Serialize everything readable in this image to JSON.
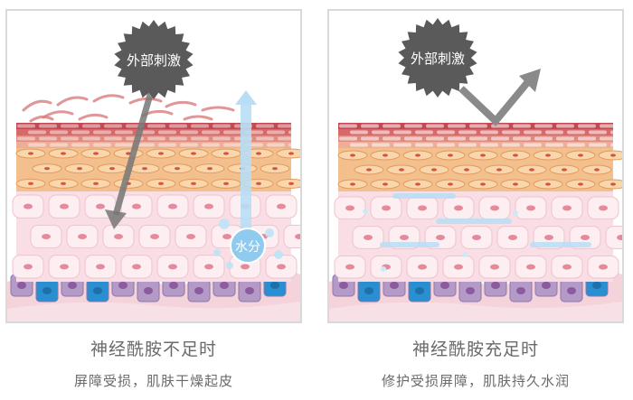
{
  "left_panel": {
    "bubble_text": "外部刺激",
    "water_label": "水分",
    "title": "神经酰胺不足时",
    "subtitle": "屏障受损，肌肤干燥起皮"
  },
  "right_panel": {
    "bubble_text": "外部刺激",
    "title": "神经酰胺充足时",
    "subtitle": "修护受损屏障，肌肤持久水润"
  },
  "colors": {
    "stratum_corneum": "#c9555a",
    "granular": "#efb079",
    "spinous": "#f7dbe2",
    "basal_blue": "#2a8fd0",
    "basal_purple": "#b49ac6",
    "bubble": "#5a5a5a",
    "water": "#a8d8f4"
  },
  "icons": {
    "stimulus_arrow": "arrow-icon",
    "water_arrow": "up-arrow-icon",
    "deflect_arrow": "v-arrow-icon"
  }
}
